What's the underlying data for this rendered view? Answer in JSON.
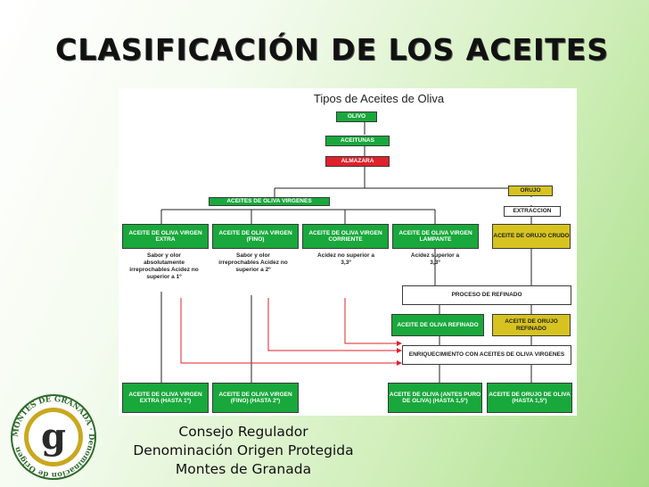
{
  "slide": {
    "title": "CLASIFICACIÓN DE LOS ACEITES",
    "footer": [
      "Consejo Regulador",
      "Denominación Origen Protegida",
      "Montes de Granada"
    ]
  },
  "logo": {
    "ring_text": "MONTES DE GRANADA · Denominación de Origen",
    "letter": "g"
  },
  "diagram": {
    "title": "Tipos de Aceites de Oliva",
    "nodes": {
      "olivo": "OLIVO",
      "aceitunas": "ACEITUNAS",
      "almazara": "ALMAZARA",
      "virgenes": "ACEITES DE OLIVA VIRGENES",
      "orujo": "ORUJO",
      "extraccion": "EXTRACCION",
      "extra": "ACEITE DE OLIVA VIRGEN EXTRA",
      "fino": "ACEITE DE OLIVA VIRGEN (FINO)",
      "corriente": "ACEITE DE OLIVA VIRGEN CORRIENTE",
      "lampante": "ACEITE DE OLIVA VIRGEN LAMPANTE",
      "orujo_crudo": "ACEITE DE ORUJO CRUDO",
      "refinado_proc": "PROCESO DE REFINADO",
      "oliva_refinado": "ACEITE DE OLIVA REFINADO",
      "orujo_refinado": "ACEITE DE ORUJO REFINADO",
      "enriquecimiento": "ENRIQUECIMIENTO CON ACEITES DE OLIVA VIRGENES",
      "out_extra": "ACEITE DE OLIVA VIRGEN EXTRA (HASTA 1º)",
      "out_fino": "ACEITE DE OLIVA VIRGEN (FINO) (HASTA 2º)",
      "out_oliva": "ACEITE DE OLIVA (ANTES PURO DE OLIVA) (HASTA 1,5º)",
      "out_orujo": "ACEITE DE ORUJO DE OLIVA (HASTA 1,5º)"
    },
    "notes": {
      "extra": "Sabor y olor absolutamente irreprochables Acidez no superior a 1º",
      "fino": "Sabor y olor irreprochables Acidez no superior a 2º",
      "corriente": "Acidez no superior a 3,3º",
      "lampante": "Acidez superior a 3,3º"
    },
    "colors": {
      "green": "#19a83c",
      "red": "#e0212b",
      "yellow": "#d7c320"
    }
  }
}
